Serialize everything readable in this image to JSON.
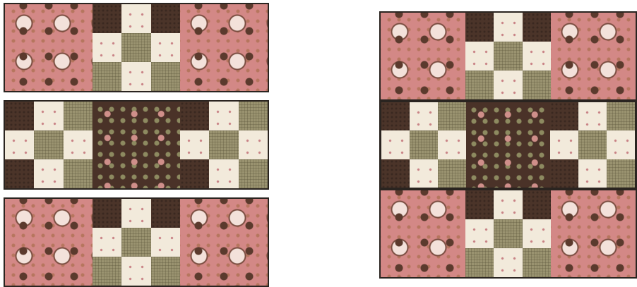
{
  "page": {
    "background": "#ffffff"
  },
  "colors": {
    "floral_pink": "#d38886",
    "dark_brown": "#4b3429",
    "cream": "#f2eadb",
    "olive_check": "#9a9370",
    "outline": "#2a2420"
  },
  "left_layout": {
    "strips": [
      {
        "pattern": "floral-ninepatch-floral"
      },
      {
        "pattern": "ninepatch-darkprint-ninepatch"
      },
      {
        "pattern": "floral-ninepatch-floral"
      }
    ]
  },
  "right_layout": {
    "strips": [
      {
        "pattern": "floral-ninepatch-floral"
      },
      {
        "pattern": "ninepatch-darkprint-ninepatch"
      },
      {
        "pattern": "floral-ninepatch-floral"
      }
    ]
  },
  "ninepatch_a": [
    "dark",
    "cream",
    "dark",
    "cream",
    "olive",
    "cream",
    "olive",
    "cream",
    "olive"
  ],
  "ninepatch_b": [
    "dark",
    "cream",
    "olive",
    "cream",
    "olive",
    "cream",
    "dark",
    "cream",
    "olive"
  ]
}
